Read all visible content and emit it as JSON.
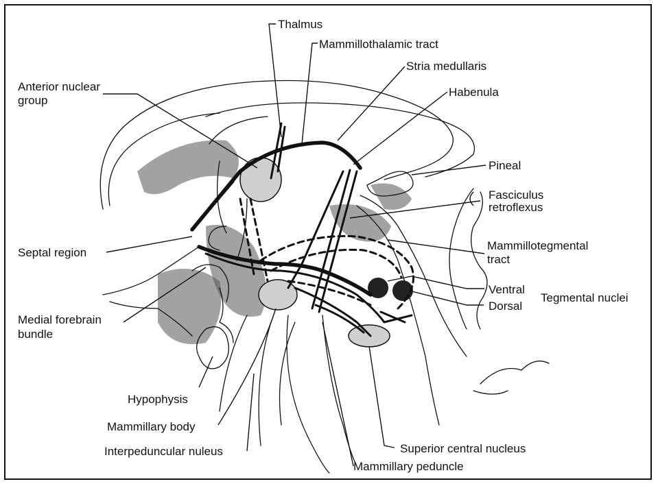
{
  "diagram": {
    "labels": {
      "thalmus": "Thalmus",
      "mammillothalamic_tract": "Mammillothalamic tract",
      "stria_medullaris": "Stria medullaris",
      "habenula": "Habenula",
      "anterior_nuclear_group_1": "Anterior nuclear",
      "anterior_nuclear_group_2": "group",
      "pineal": "Pineal",
      "fasciculus_1": "Fasciculus",
      "fasciculus_2": "retroflexus",
      "septal_region": "Septal region",
      "mammillotegmental_1": "Mammillotegmental",
      "mammillotegmental_2": "tract",
      "ventral": "Ventral",
      "dorsal": "Dorsal",
      "tegmental_nuclei": "Tegmental nuclei",
      "medial_forebrain_1": "Medial forebrain",
      "medial_forebrain_2": "bundle",
      "hypophysis": "Hypophysis",
      "mammillary_body": "Mammillary body",
      "interpeduncular_nucleus": "Interpeduncular nuleus",
      "superior_central_nucleus": "Superior central nucleus",
      "mammillary_peduncle": "Mammillary peduncle"
    }
  }
}
